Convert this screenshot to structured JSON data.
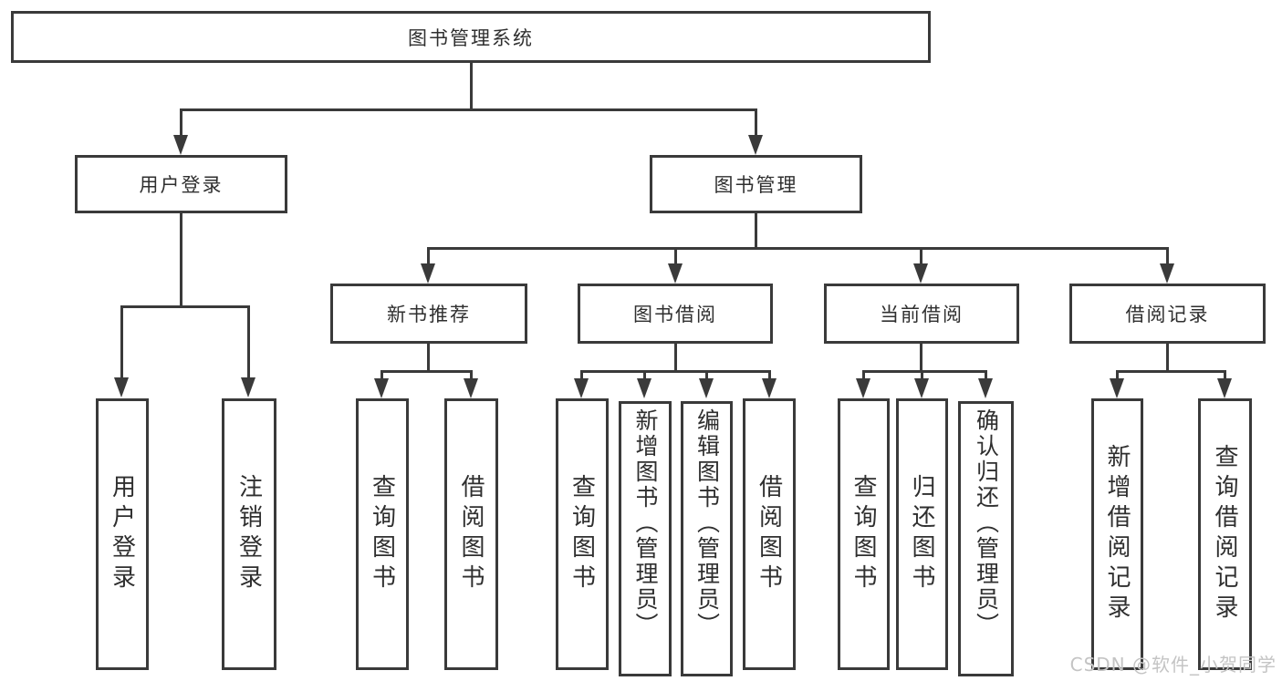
{
  "diagram": {
    "tree": {
      "label": "图书管理系统",
      "children": [
        {
          "label": "用户登录",
          "children": [
            {
              "label": "用户登录"
            },
            {
              "label": "注销登录"
            }
          ]
        },
        {
          "label": "图书管理",
          "children": [
            {
              "label": "新书推荐",
              "children": [
                {
                  "label": "查询图书"
                },
                {
                  "label": "借阅图书"
                }
              ]
            },
            {
              "label": "图书借阅",
              "children": [
                {
                  "label": "查询图书"
                },
                {
                  "label": "新增图书（管理员）"
                },
                {
                  "label": "编辑图书（管理员）"
                },
                {
                  "label": "借阅图书"
                }
              ]
            },
            {
              "label": "当前借阅",
              "children": [
                {
                  "label": "查询图书"
                },
                {
                  "label": "归还图书"
                },
                {
                  "label": "确认归还（管理员）"
                }
              ]
            },
            {
              "label": "借阅记录",
              "children": [
                {
                  "label": "新增借阅记录"
                },
                {
                  "label": "查询借阅记录"
                }
              ]
            }
          ]
        }
      ]
    },
    "watermark": "CSDN @软件_小贺同学",
    "colors": {
      "line": "#3a3a3a",
      "text": "#2f2f2f",
      "watermark": "#c4c4c4",
      "background": "#ffffff"
    }
  }
}
